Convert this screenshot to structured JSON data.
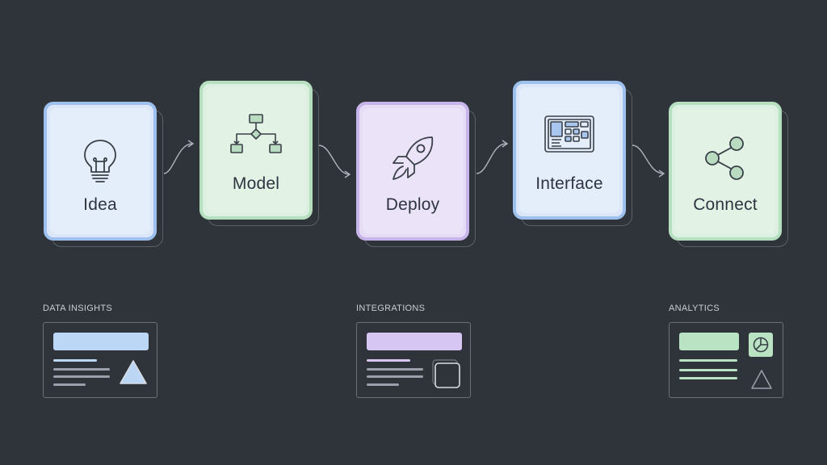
{
  "steps": [
    {
      "label": "Idea",
      "icon": "lightbulb-icon",
      "color": "#9ec0ee"
    },
    {
      "label": "Model",
      "icon": "flowchart-icon",
      "color": "#b6dfbf"
    },
    {
      "label": "Deploy",
      "icon": "rocket-icon",
      "color": "#c7b4ea"
    },
    {
      "label": "Interface",
      "icon": "tablet-ui-icon",
      "color": "#9ec0ee"
    },
    {
      "label": "Connect",
      "icon": "share-icon",
      "color": "#b6dfbf"
    }
  ],
  "panels": [
    {
      "label": "DATA INSIGHTS",
      "accent": "#bcd6f6"
    },
    {
      "label": "INTEGRATIONS",
      "accent": "#d6c6f3"
    },
    {
      "label": "ANALYTICS",
      "accent": "#b9e3c3"
    }
  ],
  "colors": {
    "background": "#2f343b",
    "connector": "#aeb4bd"
  }
}
